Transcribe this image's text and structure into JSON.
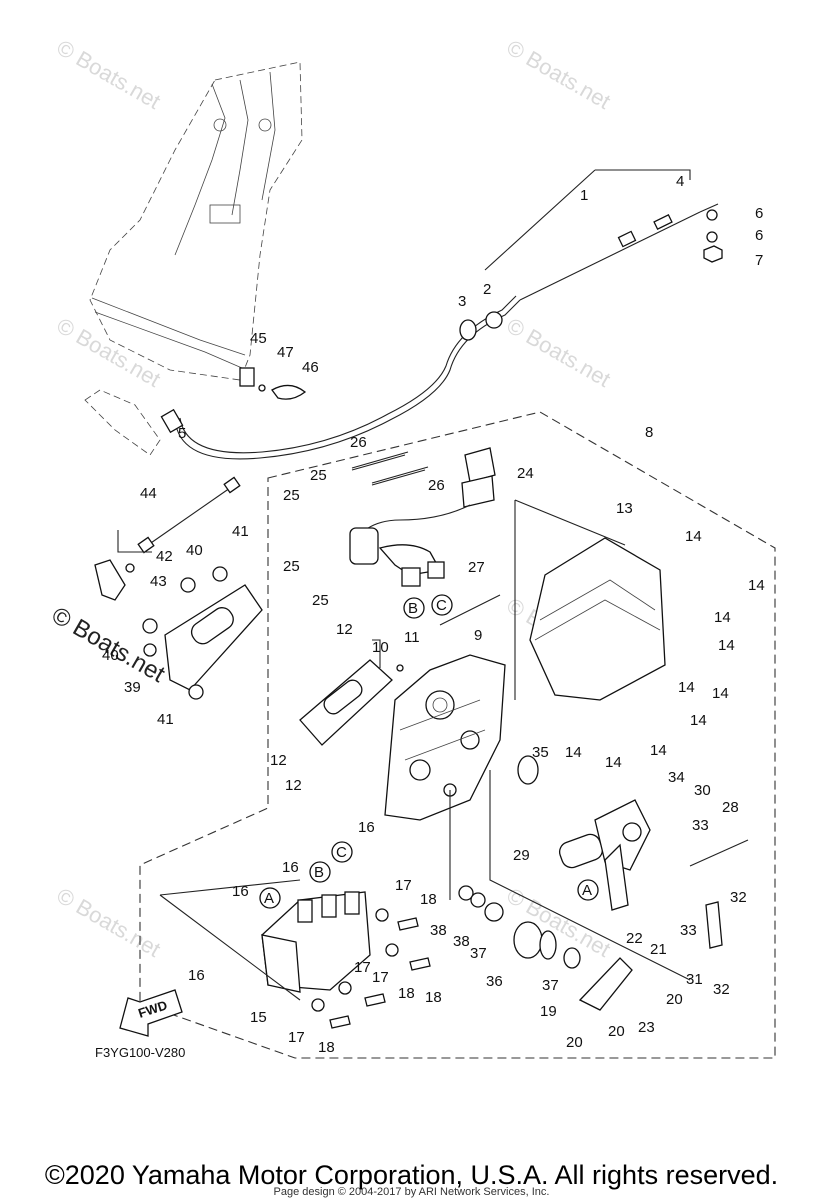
{
  "diagram": {
    "callouts": [
      "1",
      "2",
      "3",
      "4",
      "5",
      "6",
      "7",
      "8",
      "9",
      "10",
      "11",
      "12",
      "13",
      "14",
      "15",
      "16",
      "17",
      "18",
      "19",
      "20",
      "21",
      "22",
      "23",
      "24",
      "25",
      "26",
      "27",
      "28",
      "29",
      "30",
      "31",
      "32",
      "33",
      "34",
      "35",
      "36",
      "37",
      "38",
      "39",
      "40",
      "41",
      "42",
      "43",
      "44",
      "45",
      "46",
      "47"
    ],
    "letters": [
      "A",
      "B",
      "C"
    ],
    "fwd_label": "FWD",
    "figure_code": "F3YG100-V280"
  },
  "watermarks": {
    "text": "© Boats.net"
  },
  "footer": {
    "copyright": "©2020 Yamaha Motor Corporation, U.S.A. All rights reserved.",
    "credit": "Page design © 2004-2017 by ARI Network Services, Inc."
  }
}
